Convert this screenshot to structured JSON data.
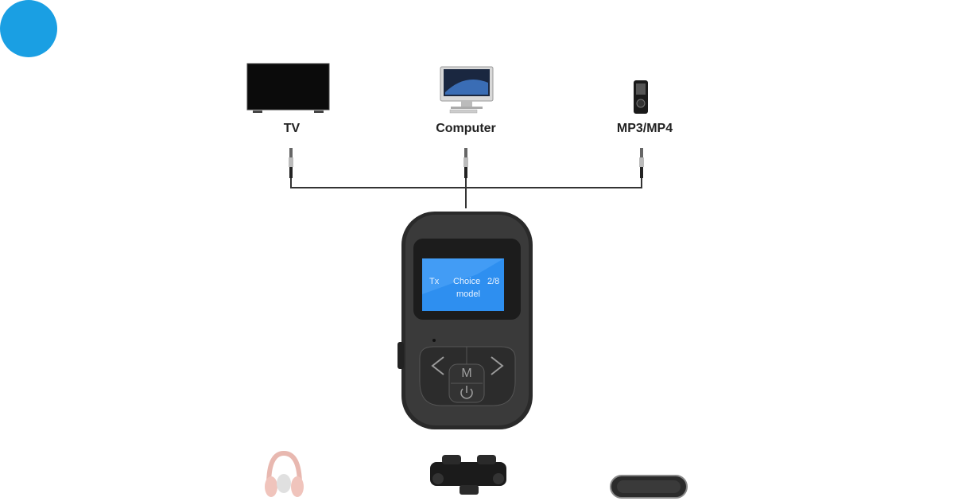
{
  "badge": {
    "title": "TX",
    "subtitle": "Mode",
    "color": "#1a9fe3"
  },
  "devices": {
    "tv": "TV",
    "computer": "Computer",
    "mp3": "MP3/MP4"
  },
  "screen": {
    "mode": "Tx",
    "choice": "Choice",
    "count": "2/8",
    "model": "model",
    "color": "#2e8ff0"
  },
  "buttons": {
    "menu": "M",
    "left_icon": "chevron-left-icon",
    "right_icon": "chevron-right-icon",
    "power_icon": "power-icon"
  },
  "receivers": [
    "headphones-icon",
    "earbuds-icon",
    "speaker-icon"
  ]
}
